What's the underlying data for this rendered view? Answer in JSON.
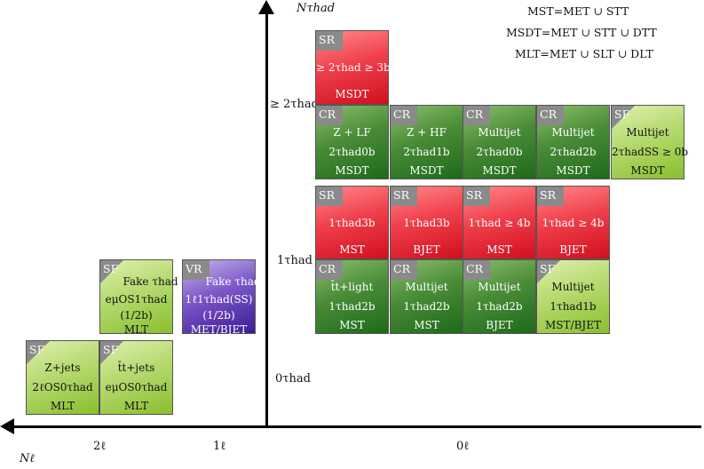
{
  "axes": {
    "y_title": "Nτhad",
    "x_title": "Nℓ",
    "y_ticks": [
      "≥ 2τhad",
      "1τhad",
      "0τhad"
    ],
    "x_ticks": [
      "2ℓ",
      "1ℓ",
      "0ℓ"
    ]
  },
  "legend": [
    "MST=MET ∪ STT",
    "MSDT=MET ∪ STT ∪ DTT",
    "MLT=MET ∪ SLT ∪ DLT"
  ],
  "boxes": [
    {
      "tag": "SR",
      "color": "red",
      "lines": [
        "≥ 2τhad ≥ 3b",
        "MSDT"
      ]
    },
    {
      "tag": "CR",
      "color": "green",
      "lines": [
        "Z + LF",
        "2τhad0b",
        "MSDT"
      ]
    },
    {
      "tag": "CR",
      "color": "green",
      "lines": [
        "Z + HF",
        "2τhad1b",
        "MSDT"
      ]
    },
    {
      "tag": "CR",
      "color": "green",
      "lines": [
        "Multijet",
        "2τhad0b",
        "MSDT"
      ]
    },
    {
      "tag": "CR",
      "color": "green",
      "lines": [
        "Multijet",
        "2τhad2b",
        "MSDT"
      ]
    },
    {
      "tag": "SF",
      "color": "lime",
      "lines": [
        "Multijet",
        "2τhadSS ≥ 0b",
        "MSDT"
      ]
    },
    {
      "tag": "SR",
      "color": "red",
      "lines": [
        "1τhad3b",
        "MST"
      ]
    },
    {
      "tag": "SR",
      "color": "red",
      "lines": [
        "1τhad3b",
        "BJET"
      ]
    },
    {
      "tag": "SR",
      "color": "red",
      "lines": [
        "1τhad ≥ 4b",
        "MST"
      ]
    },
    {
      "tag": "SR",
      "color": "red",
      "lines": [
        "1τhad ≥ 4b",
        "BJET"
      ]
    },
    {
      "tag": "CR",
      "color": "green",
      "lines": [
        "t̄t+light",
        "1τhad2b",
        "MST"
      ]
    },
    {
      "tag": "CR",
      "color": "green",
      "lines": [
        "Multijet",
        "1τhad2b",
        "MST"
      ]
    },
    {
      "tag": "CR",
      "color": "green",
      "lines": [
        "Multijet",
        "1τhad2b",
        "BJET"
      ]
    },
    {
      "tag": "SF",
      "color": "lime",
      "lines": [
        "Multijet",
        "1τhad1b",
        "MST/BJET"
      ]
    },
    {
      "tag": "SF",
      "color": "lime",
      "lines": [
        "Fake τhad",
        "eμOS1τhad",
        "(1/2b)",
        "MLT"
      ]
    },
    {
      "tag": "VR",
      "color": "purple",
      "lines": [
        "Fake τhad",
        "1ℓ1τhad(SS)",
        "(1/2b)",
        "MET/BJET"
      ]
    },
    {
      "tag": "SF",
      "color": "lime",
      "lines": [
        "Z+jets",
        "2ℓOS0τhad",
        "MLT"
      ]
    },
    {
      "tag": "SF",
      "color": "lime",
      "lines": [
        "t̄t+jets",
        "eμOS0τhad",
        "MLT"
      ]
    }
  ]
}
